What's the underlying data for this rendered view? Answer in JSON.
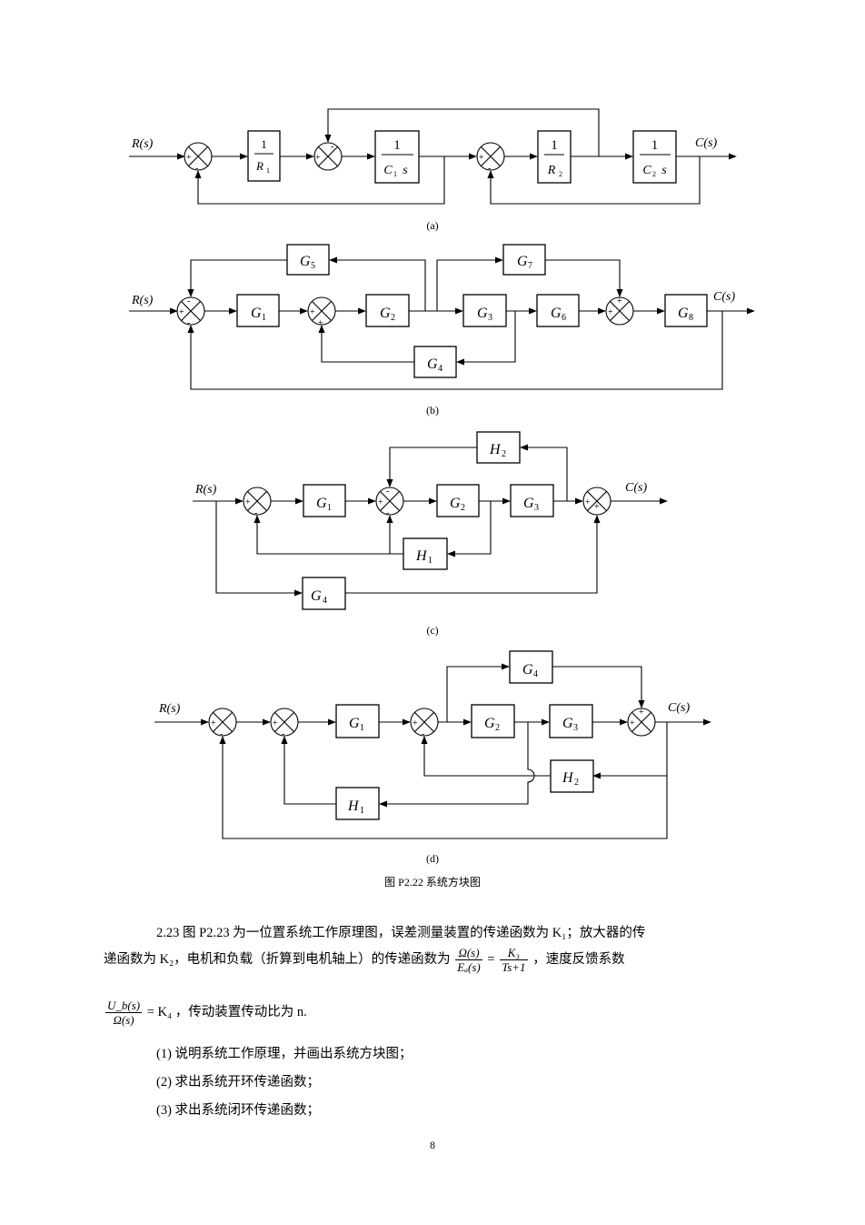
{
  "figure": {
    "caption": "图 P2.22  系统方块图",
    "diagram_a": {
      "label": "(a)",
      "input": "R(s)",
      "output": "C(s)",
      "blocks": {
        "b1_num": "1",
        "b1_den": "R",
        "b1_den_sub": "1",
        "b2_num": "1",
        "b2_den_a": "C",
        "b2_den_sub": "1",
        "b2_den_b": "s",
        "b3_num": "1",
        "b3_den": "R",
        "b3_den_sub": "2",
        "b4_num": "1",
        "b4_den_a": "C",
        "b4_den_sub": "2",
        "b4_den_b": "s"
      }
    },
    "diagram_b": {
      "label": "(b)",
      "input": "R(s)",
      "output": "C(s)",
      "blocks": {
        "g1": "G",
        "g1s": "1",
        "g2": "G",
        "g2s": "2",
        "g3": "G",
        "g3s": "3",
        "g4": "G",
        "g4s": "4",
        "g5": "G",
        "g5s": "5",
        "g6": "G",
        "g6s": "6",
        "g7": "G",
        "g7s": "7",
        "g8": "G",
        "g8s": "8"
      }
    },
    "diagram_c": {
      "label": "(c)",
      "input": "R(s)",
      "output": "C(s)",
      "blocks": {
        "g1": "G",
        "g1s": "1",
        "g2": "G",
        "g2s": "2",
        "g3": "G",
        "g3s": "3",
        "g4": "G",
        "g4s": "4",
        "h1": "H",
        "h1s": "1",
        "h2": "H",
        "h2s": "2"
      }
    },
    "diagram_d": {
      "label": "(d)",
      "input": "R(s)",
      "output": "C(s)",
      "blocks": {
        "g1": "G",
        "g1s": "1",
        "g2": "G",
        "g2s": "2",
        "g3": "G",
        "g3s": "3",
        "g4": "G",
        "g4s": "4",
        "h1": "H",
        "h1s": "1",
        "h2": "H",
        "h2s": "2"
      }
    },
    "signs": {
      "plus": "+",
      "minus": "-"
    }
  },
  "problem": {
    "line1": "2.23  图 P2.23 为一位置系统工作原理图，误差测量装置的传递函数为 K₁；放大器的传",
    "line2_pre": "递函数为  K₂，电机和负载（折算到电机轴上）的传递函数为",
    "line2_frac1_num": "Ω(s)",
    "line2_frac1_den": "Eₐ(s)",
    "line2_eq": "=",
    "line2_frac2_num": "K₃",
    "line2_frac2_den": "Ts+1",
    "line2_post": "，速度反馈系数",
    "line3_frac_num": "U_b(s)",
    "line3_frac_den": "Ω(s)",
    "line3_eq": "= K₄",
    "line3_post": "，传动装置传动比为 n.",
    "items": [
      "(1)  说明系统工作原理，并画出系统方块图；",
      "(2)  求出系统开环传递函数；",
      "(3)  求出系统闭环传递函数；"
    ]
  },
  "page_number": "8"
}
